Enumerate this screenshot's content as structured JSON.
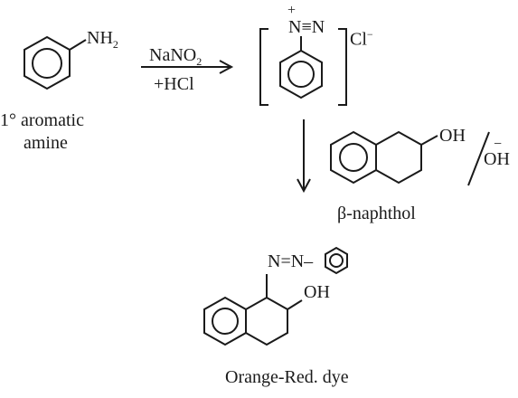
{
  "reactant": {
    "group": "NH",
    "group_sub": "2",
    "caption_line1": "1° aromatic",
    "caption_line2": "amine"
  },
  "reagents": {
    "top": "NaNO",
    "top_sub": "2",
    "bottom": "+HCl"
  },
  "diazonium": {
    "charge": "+",
    "group": "N≡N",
    "counter_ion": "Cl",
    "counter_charge": "−"
  },
  "coupling": {
    "naphthol_group": "OH",
    "naphthol_name": "β-naphthol",
    "condition": "OH",
    "condition_charge": "−"
  },
  "product": {
    "azo_group": "N=N–",
    "hydroxyl": "OH",
    "name": "Orange-Red. dye"
  }
}
